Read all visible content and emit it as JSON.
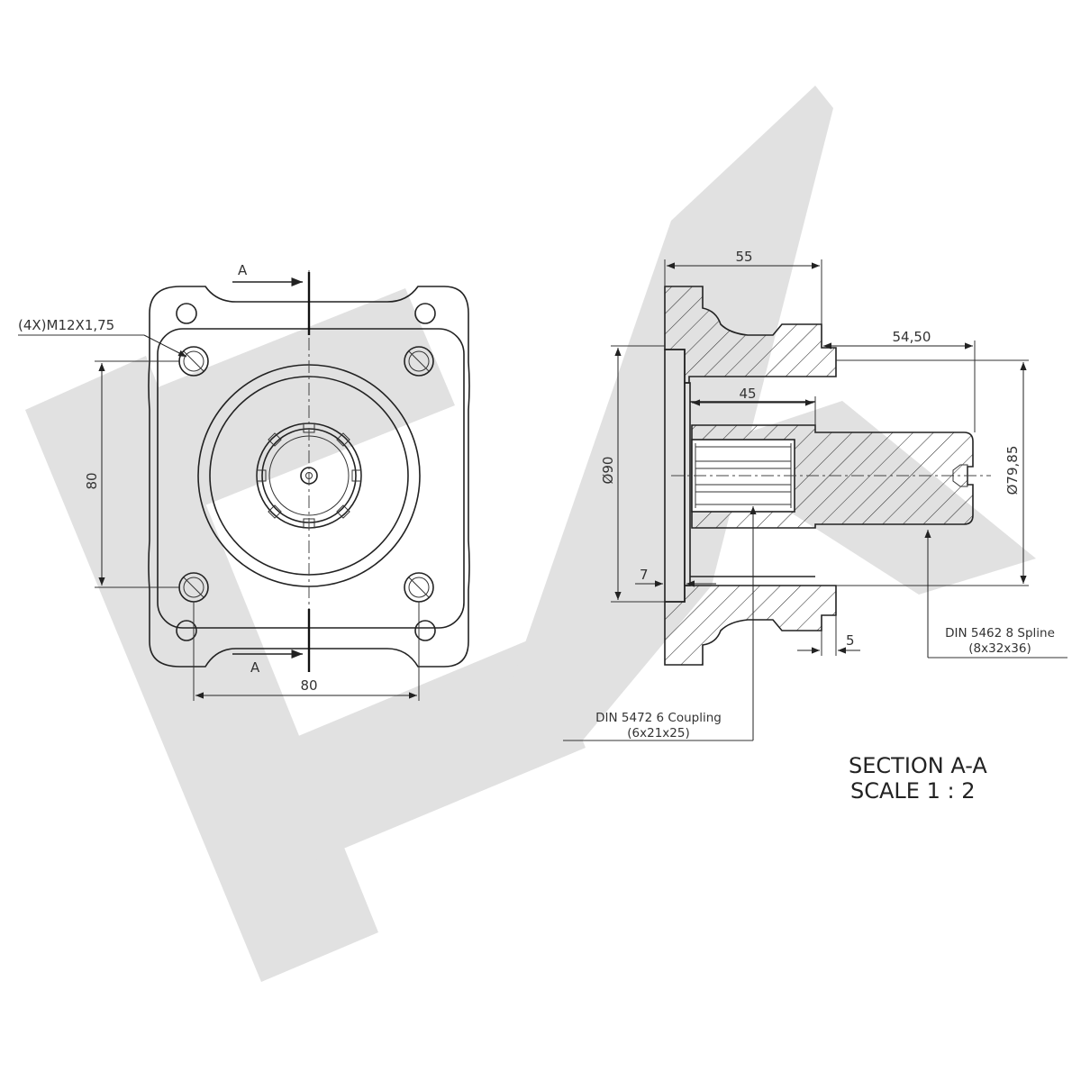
{
  "watermark": {
    "color": "#dcdcdc"
  },
  "front_view": {
    "section_letter_top": "A",
    "section_letter_bottom": "A",
    "thread_callout": "(4X)M12X1,75",
    "dim_vertical": "80",
    "dim_horizontal": "80"
  },
  "section_view": {
    "dim_overall_length": "55",
    "dim_shaft_length": "54,50",
    "dim_bore_depth": "45",
    "dim_pilot_diameter": "Ø90",
    "dim_body_diameter": "Ø79,85",
    "dim_flange_thickness": "7",
    "dim_groove": "5",
    "spline_note_line1": "DIN 5462 8 Spline",
    "spline_note_line2": "(8x32x36)",
    "coupling_note_line1": "DIN 5472 6 Coupling",
    "coupling_note_line2": "(6x21x25)",
    "title_line1": "SECTION A-A",
    "title_line2": "SCALE 1 : 2"
  }
}
